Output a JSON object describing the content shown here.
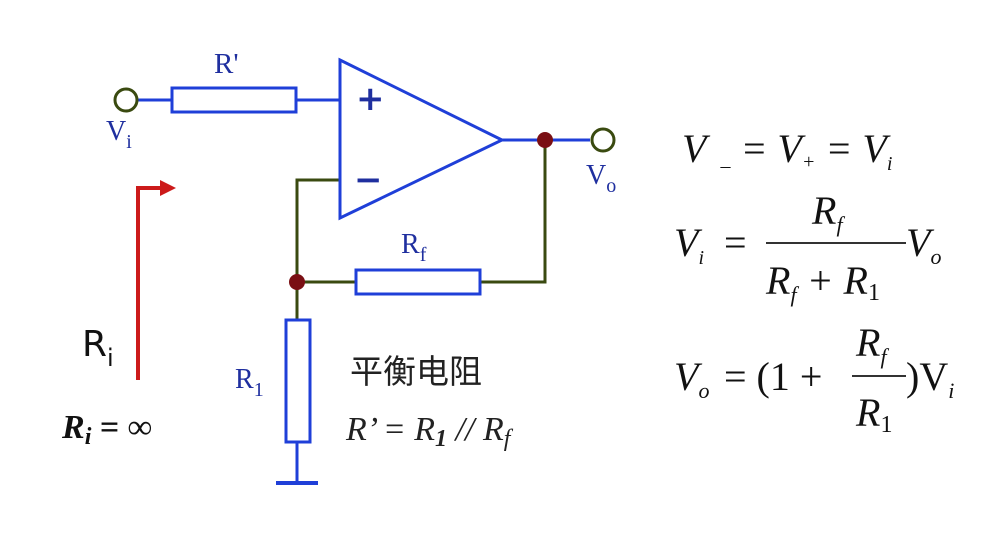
{
  "labels": {
    "r_prime": "R'",
    "v_in_main": "V",
    "v_in_sub": "i",
    "v_out_main": "V",
    "v_out_sub": "o",
    "rf_main": "R",
    "rf_sub": "f",
    "r1_main": "R",
    "r1_sub": "1",
    "ri_main": "R",
    "ri_sub": "i",
    "plus_sign": "+",
    "minus_sign": "−"
  },
  "input_resistance": {
    "r": "R",
    "i": "i",
    "rest": " = ∞"
  },
  "balance": {
    "title": "平衡电阻",
    "f_r": "R’ = R",
    "f_1": "1",
    "f_par": " // R",
    "f_f": "f"
  },
  "equations": {
    "eq1": {
      "v": "V",
      "minus": "–",
      "eq_a": " = V",
      "plus": "+",
      "eq_b": " = V",
      "i": "i"
    },
    "eq2": {
      "lhs_v": "V",
      "lhs_i": "i",
      "eq": "=",
      "num_r": "R",
      "num_f": "f",
      "den_r": "R",
      "den_f": "f",
      "den_plus": " + R",
      "den_1": "1",
      "tail_v": "V",
      "tail_o": "o"
    },
    "eq3": {
      "lhs_v": "V",
      "lhs_o": "o",
      "pre": "= (1 +",
      "num_r": "R",
      "num_f": "f",
      "den_r": "R",
      "den_1": "1",
      "post": ")V",
      "post_i": "i"
    }
  },
  "colors": {
    "blue_wire": "#1f3fd8",
    "olive_wire": "#3a4a10",
    "node": "#7a0f14",
    "arrow": "#cc1a1a",
    "text_blue": "#1f2f9f",
    "text_black": "#111111"
  }
}
